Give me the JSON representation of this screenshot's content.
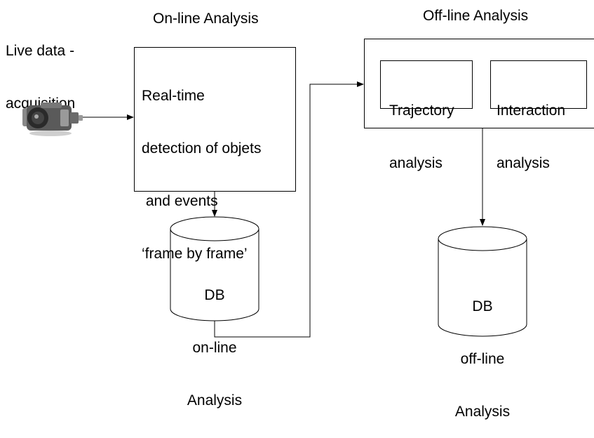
{
  "headings": {
    "live_line1": "Live data -",
    "live_line2": "acquisition",
    "online": "On-line Analysis",
    "offline": "Off-line Analysis"
  },
  "online_box": {
    "line1": "Real-time",
    "line2": "detection of objets",
    "line3": " and events",
    "line4": "‘frame by frame’"
  },
  "offline_box": {
    "trajectory_line1": "Trajectory",
    "trajectory_line2": "analysis",
    "interaction_line1": "Interaction",
    "interaction_line2": "analysis"
  },
  "db_online": {
    "line1": "DB",
    "line2": "on-line",
    "line3": "Analysis"
  },
  "db_offline": {
    "line1": "DB",
    "line2": "off-line",
    "line3": "Analysis"
  },
  "icons": {
    "camera": "camera-icon"
  }
}
